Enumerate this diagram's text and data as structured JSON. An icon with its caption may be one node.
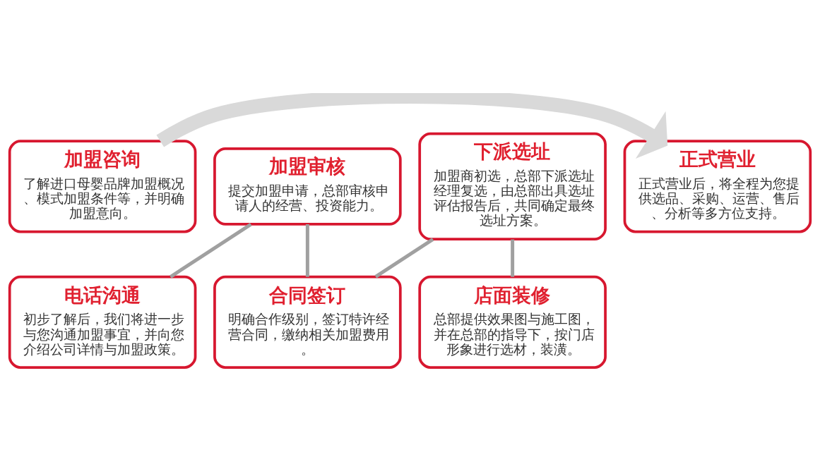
{
  "diagram": {
    "nodes": [
      {
        "text": [
          "加盟咨询",
          "了解进口母婴品牌加盟概况、模式加盟条件等，并明确加盟意向。"
        ]
      },
      {
        "text": [
          "电话沟通",
          "初步了解后，我们将进一步与您沟通加盟事宜，并向您介绍公司详情与加盟政策。"
        ]
      },
      {
        "text": [
          "加盟审核",
          "提交加盟申请，总部审核申请人的经营、投资能力。"
        ]
      },
      {
        "text": [
          "合同签订",
          "明确合作级别，签订特许经营合同，缴纳相关加盟费用。"
        ]
      },
      {
        "text": [
          "下派选址",
          "加盟商初选，总部下派选址经理复选，由总部出具选址评估报告后，共同确定最终选址方案。"
        ]
      },
      {
        "text": [
          "店面装修",
          "总部提供效果图与施工图，并在总部的指导下，按门店形象进行选材，装潢。"
        ]
      },
      {
        "text": [
          "正式营业",
          "正式营业后，将全程为您提供选品、采购、运营、售后、分析等多方位支持。"
        ]
      }
    ],
    "edges": [
      {
        "from": 1,
        "to": 2,
        "arrow": "none"
      },
      {
        "from": 2,
        "to": 3,
        "arrow": "none"
      },
      {
        "from": 3,
        "to": 4,
        "arrow": "none"
      },
      {
        "from": 4,
        "to": 5,
        "arrow": "none"
      },
      {
        "from": 0,
        "to": 6,
        "arrow": "to",
        "style": "thick",
        "color": "#d9d9d9"
      }
    ]
  }
}
